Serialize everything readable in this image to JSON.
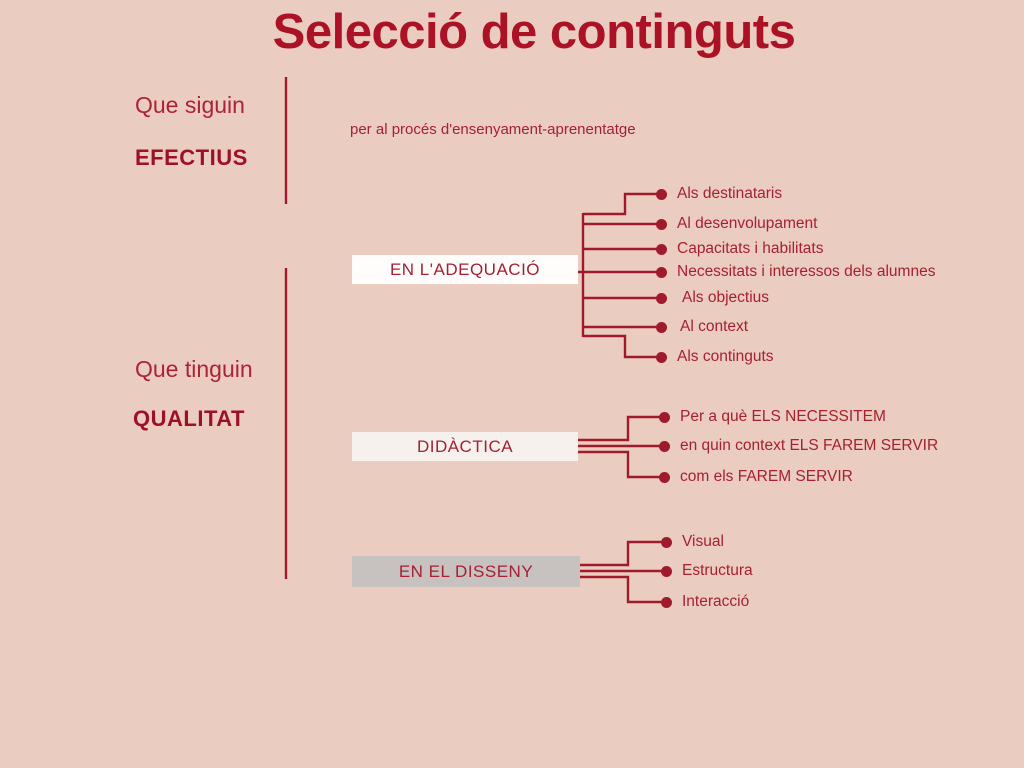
{
  "page": {
    "title": "Selecció de continguts",
    "subtitle": "per al procés d'ensenyament-aprenentatge",
    "background_color": "#ebccc0",
    "accent_color": "#9f1b2c",
    "title_color": "#ab1226"
  },
  "qualifiers": [
    {
      "intro": "Que siguin",
      "emphasis": "EFECTIUS"
    },
    {
      "intro": "Que tinguin",
      "emphasis": "QUALITAT"
    }
  ],
  "branches": [
    {
      "label": "EN L'ADEQUACIÓ",
      "box_color": "#fefdfc",
      "items": [
        "Als destinataris",
        "Al desenvolupament",
        "Capacitats i habilitats",
        "Necessitats i interessos dels alumnes",
        "Als objectius",
        "Al context",
        "Als continguts"
      ]
    },
    {
      "label": "DIDÀCTICA",
      "box_color": "#f7f1ee",
      "items": [
        "Per a què ELS NECESSITEM",
        "en quin context ELS FAREM SERVIR",
        "com els FAREM SERVIR"
      ]
    },
    {
      "label": "EN EL DISSENY",
      "box_color": "#c7c1c0",
      "items": [
        "Visual",
        "Estructura",
        "Interacció"
      ]
    }
  ]
}
